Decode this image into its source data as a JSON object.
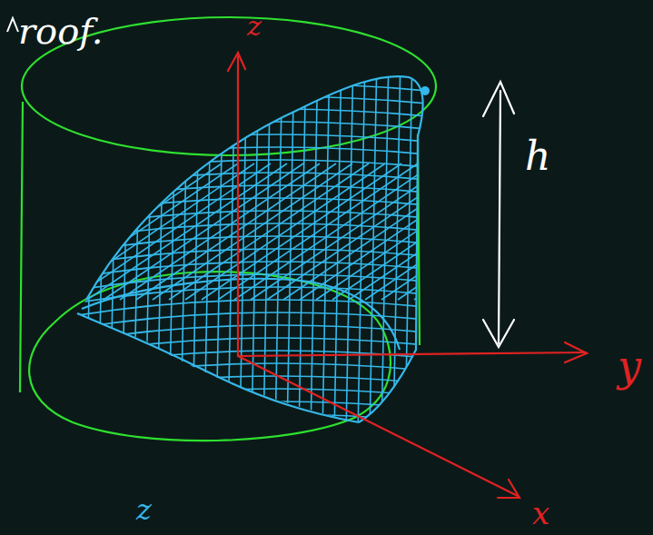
{
  "diagram": {
    "labels": [
      "roof.",
      "z",
      "h",
      "y",
      "x",
      "z"
    ]
  }
}
